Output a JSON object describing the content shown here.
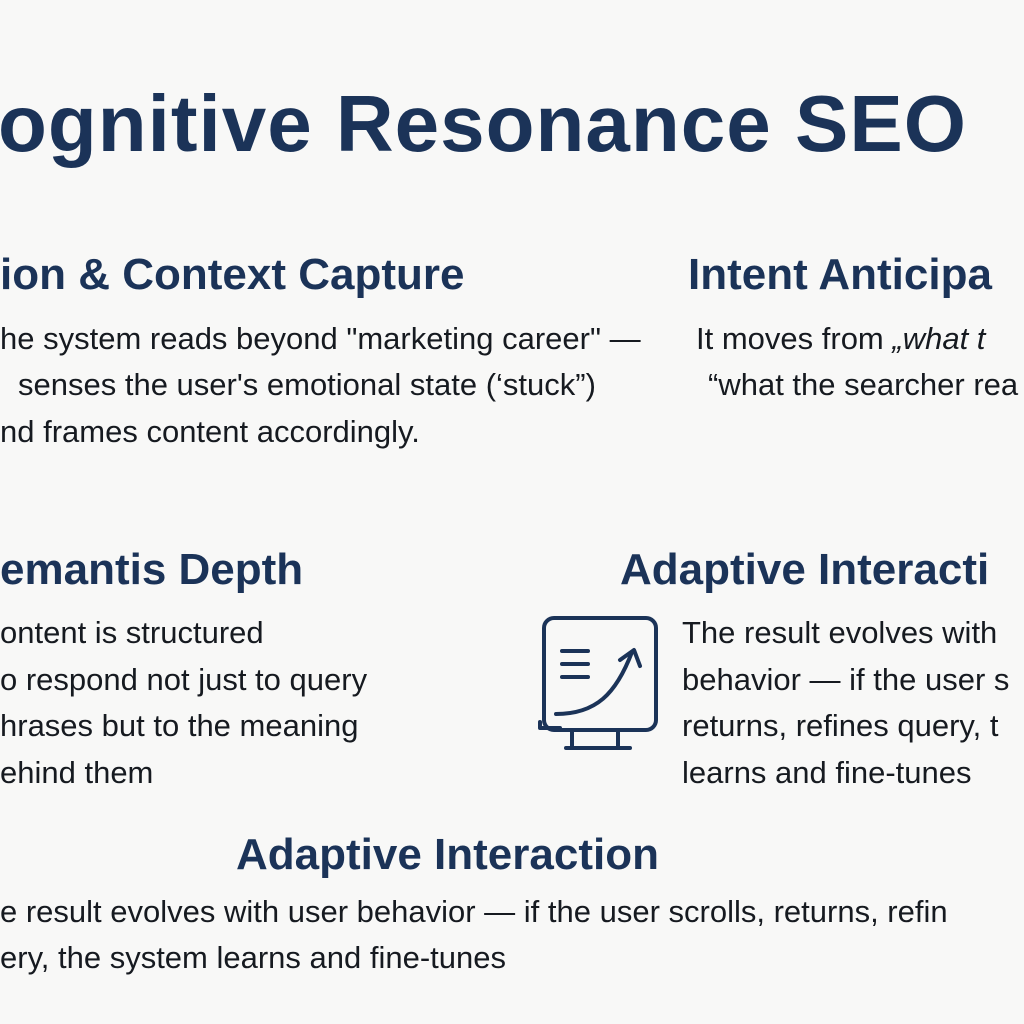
{
  "title": "ognitive Resonance SEO",
  "sections": {
    "emotion": {
      "heading": "ion & Context Capture",
      "lines": [
        "he system reads beyond \"marketing career\" —",
        " senses the user's emotional state (‘stuck”)",
        "nd frames content accordingly."
      ]
    },
    "intent": {
      "heading": "Intent Anticipa",
      "line1_prefix": "It moves from ",
      "line1_italic": "„what t",
      "line2": "“what the searcher rea"
    },
    "semantic": {
      "heading": "emantis Depth",
      "lines": [
        "ontent is structured",
        "o respond not just to query",
        "hrases but to the meaning",
        "ehind them"
      ]
    },
    "adaptive_right": {
      "heading": "Adaptive Interacti",
      "icon": "monitor-growth-icon",
      "lines": [
        "The result evolves with",
        "behavior — if the user s",
        "returns, refines query, t",
        "learns and fine-tunes"
      ]
    },
    "adaptive_bottom": {
      "heading": "Adaptive Interaction",
      "lines": [
        "e result evolves with user behavior — if the user scrolls, returns, refin",
        "ery, the system learns and fine-tunes"
      ]
    }
  }
}
